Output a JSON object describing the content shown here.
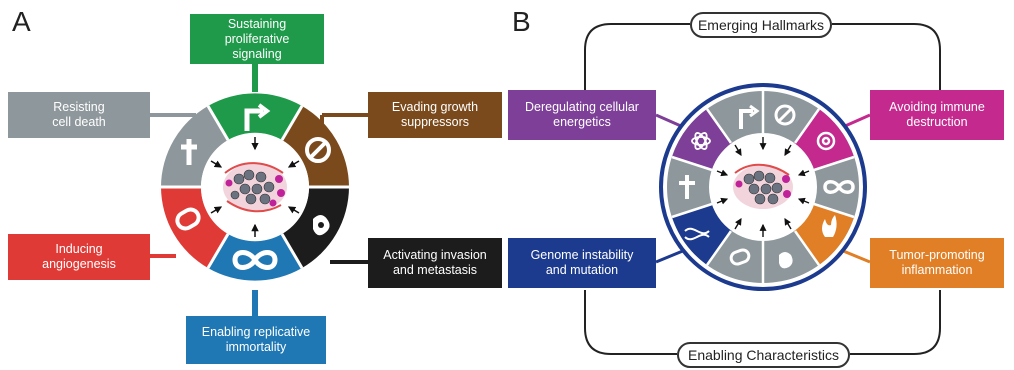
{
  "panel_a": {
    "letter": "A",
    "hallmarks": {
      "sustaining": "Sustaining proliferative\nsignaling",
      "evading": "Evading growth\nsuppressors",
      "resisting": "Resisting\ncell death",
      "angiogenesis": "Inducing\nangiogenesis",
      "invasion": "Activating invasion\nand metastasis",
      "immortality": "Enabling replicative\nimmortality"
    }
  },
  "panel_b": {
    "letter": "B",
    "emerging_label": "Emerging Hallmarks",
    "enabling_label": "Enabling Characteristics",
    "boxes": {
      "energetics": "Deregulating cellular\nenergetics",
      "immune": "Avoiding immune\ndestruction",
      "genome": "Genome instability\nand mutation",
      "inflammation": "Tumor-promoting\ninflammation"
    }
  },
  "colors": {
    "green": "#1e9a4a",
    "brown": "#7a4a1c",
    "gray": "#8e979c",
    "red": "#e03a36",
    "black": "#1c1c1c",
    "blue": "#1f78b4",
    "purple": "#7d3f98",
    "magenta": "#c42a8e",
    "navy": "#1c3a8e",
    "orange": "#e07f25"
  }
}
